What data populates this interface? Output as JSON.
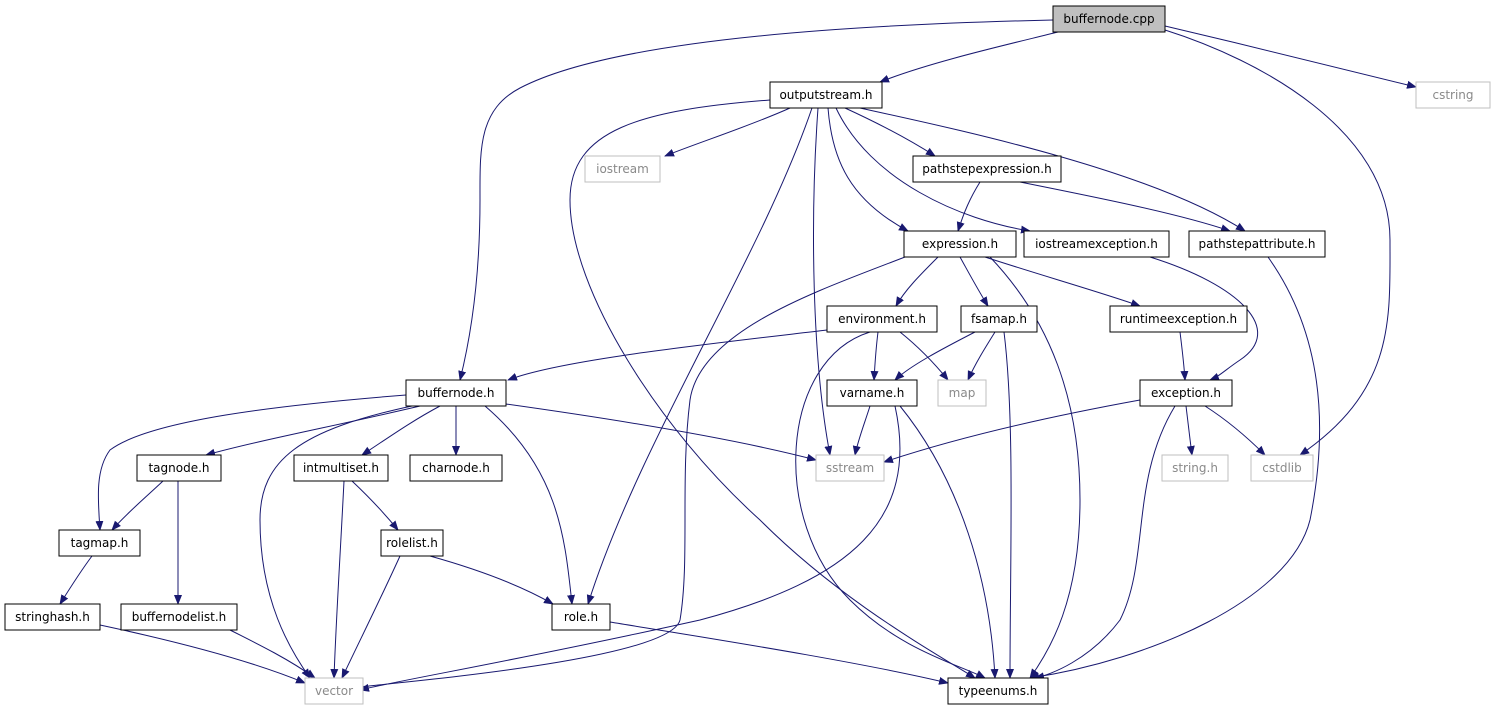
{
  "diagram": {
    "nodes": [
      {
        "id": "buffernode_cpp",
        "label": "buffernode.cpp",
        "kind": "root"
      },
      {
        "id": "outputstream_h",
        "label": "outputstream.h",
        "kind": "file"
      },
      {
        "id": "cstring",
        "label": "cstring",
        "kind": "external"
      },
      {
        "id": "iostream",
        "label": "iostream",
        "kind": "external"
      },
      {
        "id": "pathstepexpression_h",
        "label": "pathstepexpression.h",
        "kind": "file"
      },
      {
        "id": "expression_h",
        "label": "expression.h",
        "kind": "file"
      },
      {
        "id": "iostreamexception_h",
        "label": "iostreamexception.h",
        "kind": "file"
      },
      {
        "id": "pathstepattribute_h",
        "label": "pathstepattribute.h",
        "kind": "file"
      },
      {
        "id": "environment_h",
        "label": "environment.h",
        "kind": "file"
      },
      {
        "id": "fsamap_h",
        "label": "fsamap.h",
        "kind": "file"
      },
      {
        "id": "runtimeexception_h",
        "label": "runtimeexception.h",
        "kind": "file"
      },
      {
        "id": "buffernode_h",
        "label": "buffernode.h",
        "kind": "file"
      },
      {
        "id": "varname_h",
        "label": "varname.h",
        "kind": "file"
      },
      {
        "id": "map",
        "label": "map",
        "kind": "external"
      },
      {
        "id": "exception_h",
        "label": "exception.h",
        "kind": "file"
      },
      {
        "id": "tagnode_h",
        "label": "tagnode.h",
        "kind": "file"
      },
      {
        "id": "intmultiset_h",
        "label": "intmultiset.h",
        "kind": "file"
      },
      {
        "id": "charnode_h",
        "label": "charnode.h",
        "kind": "file"
      },
      {
        "id": "sstream",
        "label": "sstream",
        "kind": "external"
      },
      {
        "id": "string_h",
        "label": "string.h",
        "kind": "external"
      },
      {
        "id": "cstdlib",
        "label": "cstdlib",
        "kind": "external"
      },
      {
        "id": "tagmap_h",
        "label": "tagmap.h",
        "kind": "file"
      },
      {
        "id": "rolelist_h",
        "label": "rolelist.h",
        "kind": "file"
      },
      {
        "id": "stringhash_h",
        "label": "stringhash.h",
        "kind": "file"
      },
      {
        "id": "buffernodelist_h",
        "label": "buffernodelist.h",
        "kind": "file"
      },
      {
        "id": "role_h",
        "label": "role.h",
        "kind": "file"
      },
      {
        "id": "vector",
        "label": "vector",
        "kind": "external"
      },
      {
        "id": "typeenums_h",
        "label": "typeenums.h",
        "kind": "file"
      }
    ],
    "edges": [
      {
        "from": "buffernode_cpp",
        "to": "outputstream_h"
      },
      {
        "from": "buffernode_cpp",
        "to": "cstring"
      },
      {
        "from": "buffernode_cpp",
        "to": "buffernode_h"
      },
      {
        "from": "buffernode_cpp",
        "to": "cstdlib"
      },
      {
        "from": "outputstream_h",
        "to": "iostream"
      },
      {
        "from": "outputstream_h",
        "to": "pathstepexpression_h"
      },
      {
        "from": "outputstream_h",
        "to": "expression_h"
      },
      {
        "from": "outputstream_h",
        "to": "iostreamexception_h"
      },
      {
        "from": "outputstream_h",
        "to": "pathstepattribute_h"
      },
      {
        "from": "outputstream_h",
        "to": "sstream"
      },
      {
        "from": "outputstream_h",
        "to": "role_h"
      },
      {
        "from": "outputstream_h",
        "to": "typeenums_h"
      },
      {
        "from": "pathstepexpression_h",
        "to": "expression_h"
      },
      {
        "from": "pathstepexpression_h",
        "to": "pathstepattribute_h"
      },
      {
        "from": "expression_h",
        "to": "environment_h"
      },
      {
        "from": "expression_h",
        "to": "fsamap_h"
      },
      {
        "from": "expression_h",
        "to": "runtimeexception_h"
      },
      {
        "from": "expression_h",
        "to": "typeenums_h"
      },
      {
        "from": "expression_h",
        "to": "vector"
      },
      {
        "from": "iostreamexception_h",
        "to": "exception_h"
      },
      {
        "from": "pathstepattribute_h",
        "to": "typeenums_h"
      },
      {
        "from": "environment_h",
        "to": "buffernode_h"
      },
      {
        "from": "environment_h",
        "to": "varname_h"
      },
      {
        "from": "environment_h",
        "to": "map"
      },
      {
        "from": "environment_h",
        "to": "typeenums_h"
      },
      {
        "from": "fsamap_h",
        "to": "varname_h"
      },
      {
        "from": "fsamap_h",
        "to": "map"
      },
      {
        "from": "fsamap_h",
        "to": "typeenums_h"
      },
      {
        "from": "runtimeexception_h",
        "to": "exception_h"
      },
      {
        "from": "varname_h",
        "to": "sstream"
      },
      {
        "from": "varname_h",
        "to": "typeenums_h"
      },
      {
        "from": "varname_h",
        "to": "vector"
      },
      {
        "from": "exception_h",
        "to": "sstream"
      },
      {
        "from": "exception_h",
        "to": "string_h"
      },
      {
        "from": "exception_h",
        "to": "cstdlib"
      },
      {
        "from": "exception_h",
        "to": "typeenums_h"
      },
      {
        "from": "buffernode_h",
        "to": "tagmap_h"
      },
      {
        "from": "buffernode_h",
        "to": "tagnode_h"
      },
      {
        "from": "buffernode_h",
        "to": "vector"
      },
      {
        "from": "buffernode_h",
        "to": "intmultiset_h"
      },
      {
        "from": "buffernode_h",
        "to": "charnode_h"
      },
      {
        "from": "buffernode_h",
        "to": "sstream"
      },
      {
        "from": "buffernode_h",
        "to": "role_h"
      },
      {
        "from": "tagnode_h",
        "to": "tagmap_h"
      },
      {
        "from": "tagnode_h",
        "to": "buffernodelist_h"
      },
      {
        "from": "intmultiset_h",
        "to": "vector"
      },
      {
        "from": "intmultiset_h",
        "to": "rolelist_h"
      },
      {
        "from": "tagmap_h",
        "to": "stringhash_h"
      },
      {
        "from": "rolelist_h",
        "to": "role_h"
      },
      {
        "from": "rolelist_h",
        "to": "vector"
      },
      {
        "from": "stringhash_h",
        "to": "vector"
      },
      {
        "from": "buffernodelist_h",
        "to": "vector"
      },
      {
        "from": "role_h",
        "to": "typeenums_h"
      }
    ],
    "colors": {
      "edge": "#191970",
      "node_border": "#000000",
      "external_border": "#bfbfbf",
      "root_fill": "#bfbfbf",
      "node_fill": "#ffffff",
      "text": "#000000",
      "external_text": "#8a8a8a"
    }
  }
}
